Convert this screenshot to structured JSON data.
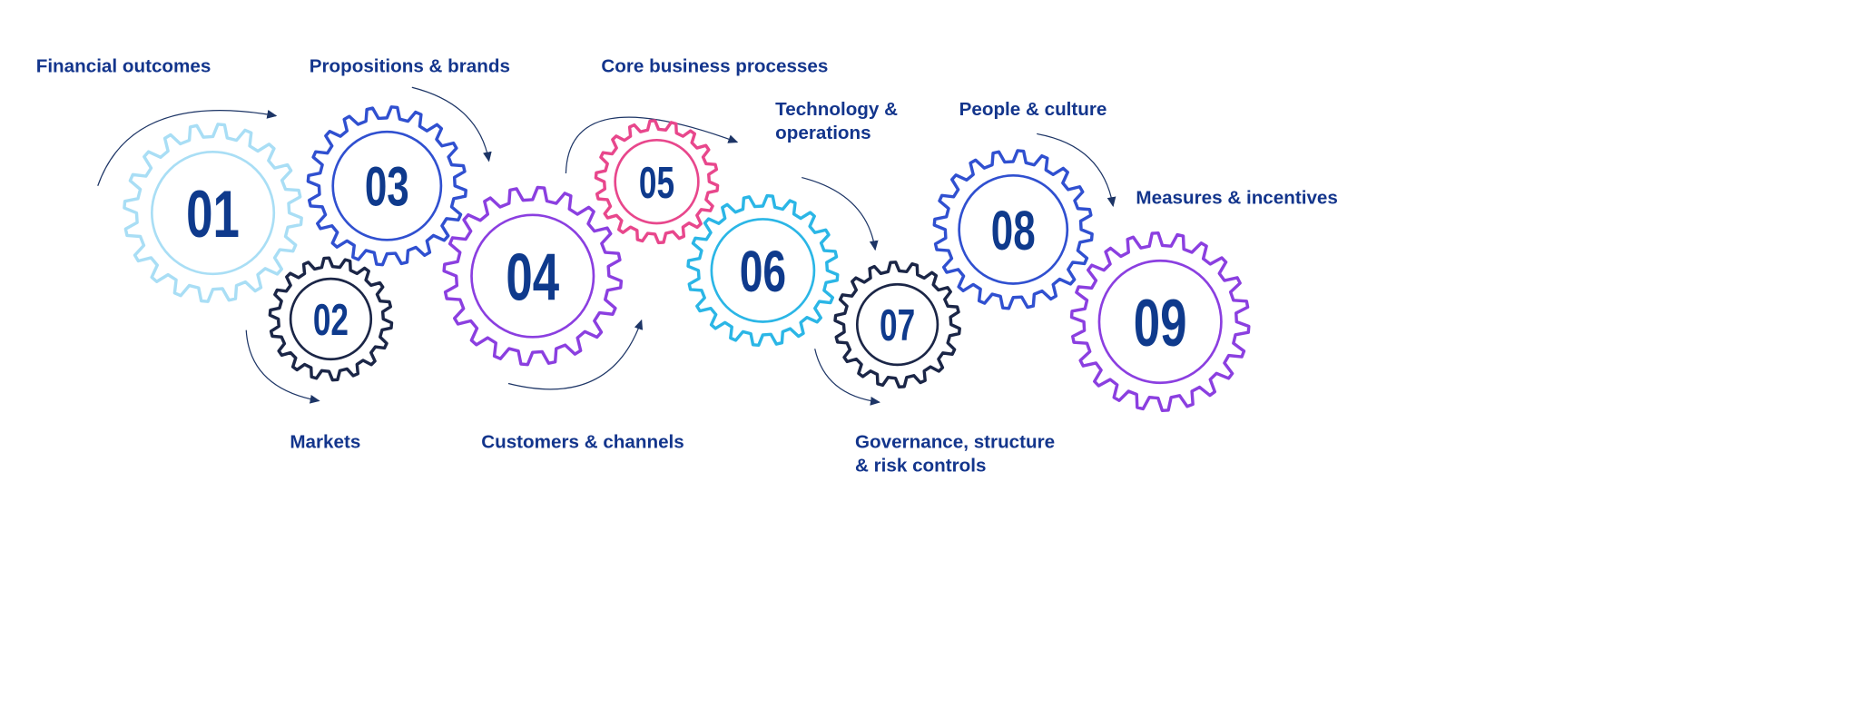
{
  "colors": {
    "text": "#13358c",
    "arrow": "#1d3566"
  },
  "gears": [
    {
      "number": "01",
      "label": "Financial outcomes",
      "color": "#a9def5"
    },
    {
      "number": "02",
      "label": "Markets",
      "color": "#1b2647"
    },
    {
      "number": "03",
      "label": "Propositions & brands",
      "color": "#3050d0"
    },
    {
      "number": "04",
      "label": "Customers & channels",
      "color": "#8b3fe0"
    },
    {
      "number": "05",
      "label": "Core business processes",
      "color": "#e8478c"
    },
    {
      "number": "06",
      "label": "Technology & operations",
      "label_lines": [
        "Technology &",
        "operations"
      ],
      "color": "#2bb6e6"
    },
    {
      "number": "07",
      "label": "Governance, structure & risk controls",
      "label_lines": [
        "Governance, structure",
        "& risk controls"
      ],
      "color": "#1b2647"
    },
    {
      "number": "08",
      "label": "People & culture",
      "color": "#3050d0"
    },
    {
      "number": "09",
      "label": "Measures & incentives",
      "color": "#8b3fe0"
    }
  ]
}
